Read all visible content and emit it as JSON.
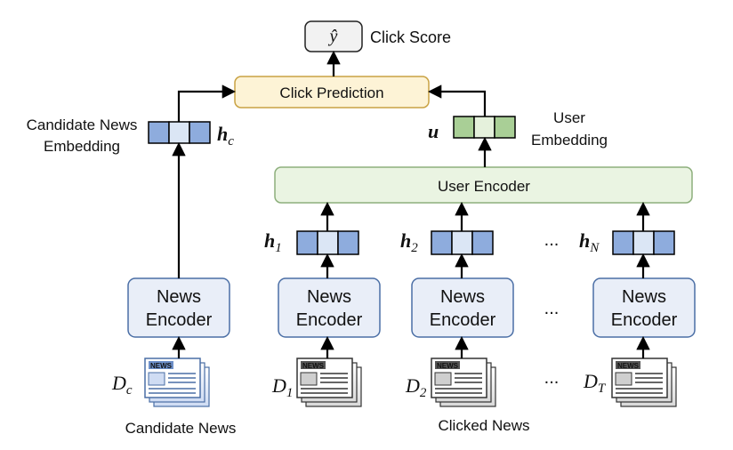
{
  "output": {
    "symbol": "ŷ",
    "label": "Click Score"
  },
  "click_prediction": {
    "label": "Click Prediction"
  },
  "user_encoder": {
    "label": "User Encoder"
  },
  "candidate": {
    "embedding_label_line1": "Candidate News",
    "embedding_label_line2": "Embedding",
    "vector_symbol": "h",
    "vector_subscript": "c",
    "encoder_line1": "News",
    "encoder_line2": "Encoder",
    "doc_symbol": "D",
    "doc_subscript": "c",
    "caption": "Candidate News"
  },
  "user": {
    "vector_symbol": "u",
    "label_line1": "User",
    "label_line2": "Embedding"
  },
  "clicked": {
    "caption": "Clicked News",
    "ellipsis": "...",
    "columns": [
      {
        "vector_symbol": "h",
        "vector_subscript": "1",
        "encoder_line1": "News",
        "encoder_line2": "Encoder",
        "doc_symbol": "D",
        "doc_subscript": "1"
      },
      {
        "vector_symbol": "h",
        "vector_subscript": "2",
        "encoder_line1": "News",
        "encoder_line2": "Encoder",
        "doc_symbol": "D",
        "doc_subscript": "2"
      },
      {
        "vector_symbol": "h",
        "vector_subscript": "N",
        "encoder_line1": "News",
        "encoder_line2": "Encoder",
        "doc_symbol": "D",
        "doc_subscript": "T"
      }
    ]
  },
  "newspaper_masthead": "NEWS",
  "colors": {
    "blue_fill": "#e9eef8",
    "blue_stroke": "#4a6ea5",
    "vec_blue_dark": "#8eacdd",
    "vec_blue_light": "#dbe6f5",
    "vec_green_dark": "#a9cf96",
    "vec_green_light": "#e5f1dc",
    "yellow_fill": "#fdf3d6",
    "yellow_stroke": "#c9a243",
    "green_fill": "#eaf4e2",
    "green_stroke": "#8daf7c"
  }
}
